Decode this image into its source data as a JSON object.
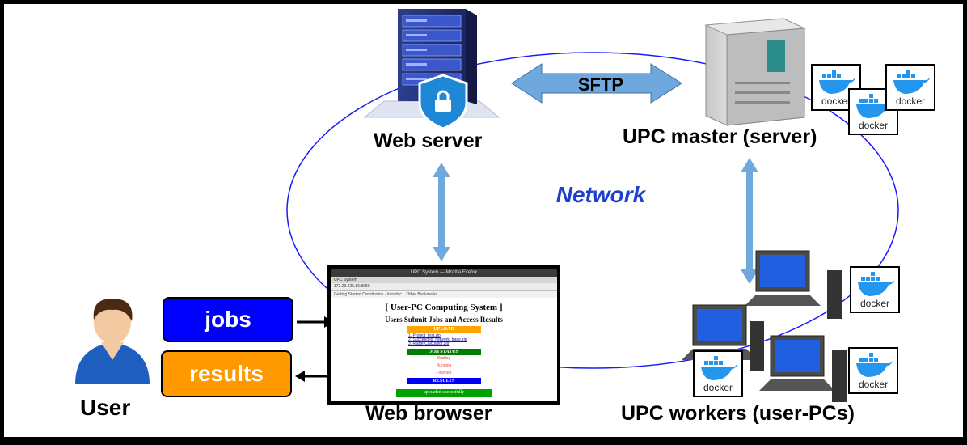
{
  "labels": {
    "web_server": "Web server",
    "upc_master": "UPC master (server)",
    "network": "Network",
    "sftp": "SFTP",
    "user": "User",
    "web_browser": "Web browser",
    "upc_workers": "UPC workers (user-PCs)"
  },
  "boxes": {
    "jobs": "jobs",
    "results": "results"
  },
  "docker_label": "docker",
  "browser": {
    "window_title": "UPC System — Mozilla Firefox",
    "tab": "UPC System",
    "url": "172.29.225.16:8080",
    "bookmarks": "Getting Started   Constitution - Introduc...        Other Bookmarks",
    "page_title": "[ User-PC Computing System ]",
    "page_subtitle": "Users Submit Jobs and Access Results",
    "upload": "UPLOAD",
    "links": [
      "1. Project_test.zip",
      "2. Succeeded_network_trace.zip",
      "3. RasterCalculator.zip"
    ],
    "job_status": "JOB STATUS",
    "status_waiting": "Waiting",
    "status_running": "Running",
    "status_finished": "Finished",
    "results": "RESULTS",
    "uploaded": "uploaded succesfully"
  },
  "colors": {
    "jobs_box": "#0000ff",
    "results_box": "#ff9900",
    "arrow_blue": "#6fa8dc",
    "network_text": "#1f3fcf",
    "network_ellipse": "#1a1aff",
    "upload_bar": "#ffa500",
    "status_bar": "#008000",
    "results_bar": "#0000ff"
  }
}
